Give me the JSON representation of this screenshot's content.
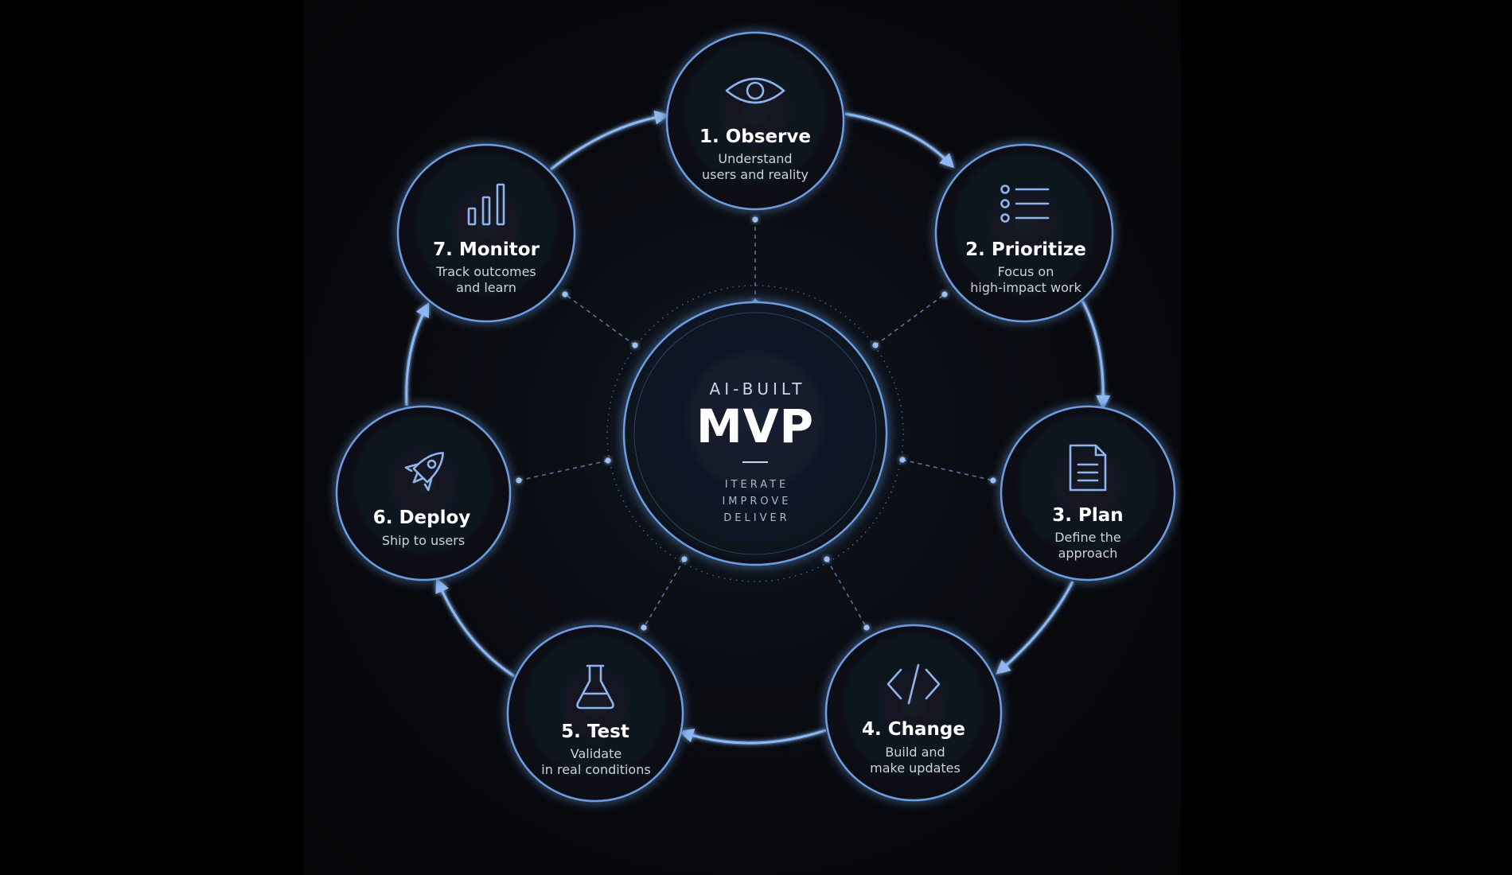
{
  "center": {
    "kicker": "AI-BUILT",
    "title": "MVP",
    "tags": [
      "ITERATE",
      "IMPROVE",
      "DELIVER"
    ]
  },
  "steps": [
    {
      "title": "1. Observe",
      "desc": [
        "Understand",
        "users and reality"
      ],
      "icon": "eye-icon"
    },
    {
      "title": "2. Prioritize",
      "desc": [
        "Focus on",
        "high-impact work"
      ],
      "icon": "list-icon"
    },
    {
      "title": "3. Plan",
      "desc": [
        "Define the",
        "approach"
      ],
      "icon": "document-icon"
    },
    {
      "title": "4. Change",
      "desc": [
        "Build and",
        "make updates"
      ],
      "icon": "code-icon"
    },
    {
      "title": "5. Test",
      "desc": [
        "Validate",
        "in real conditions"
      ],
      "icon": "flask-icon"
    },
    {
      "title": "6. Deploy",
      "desc": [
        "Ship to users"
      ],
      "icon": "rocket-icon"
    },
    {
      "title": "7. Monitor",
      "desc": [
        "Track outcomes",
        "and learn"
      ],
      "icon": "bar-chart-icon"
    }
  ],
  "colors": {
    "background": "#000000",
    "accent": "#7fb0f5",
    "ring": "#5f8fd6",
    "node_fill": "#0c1018",
    "text": "#ffffff",
    "subtext": "#c9d3e0"
  }
}
